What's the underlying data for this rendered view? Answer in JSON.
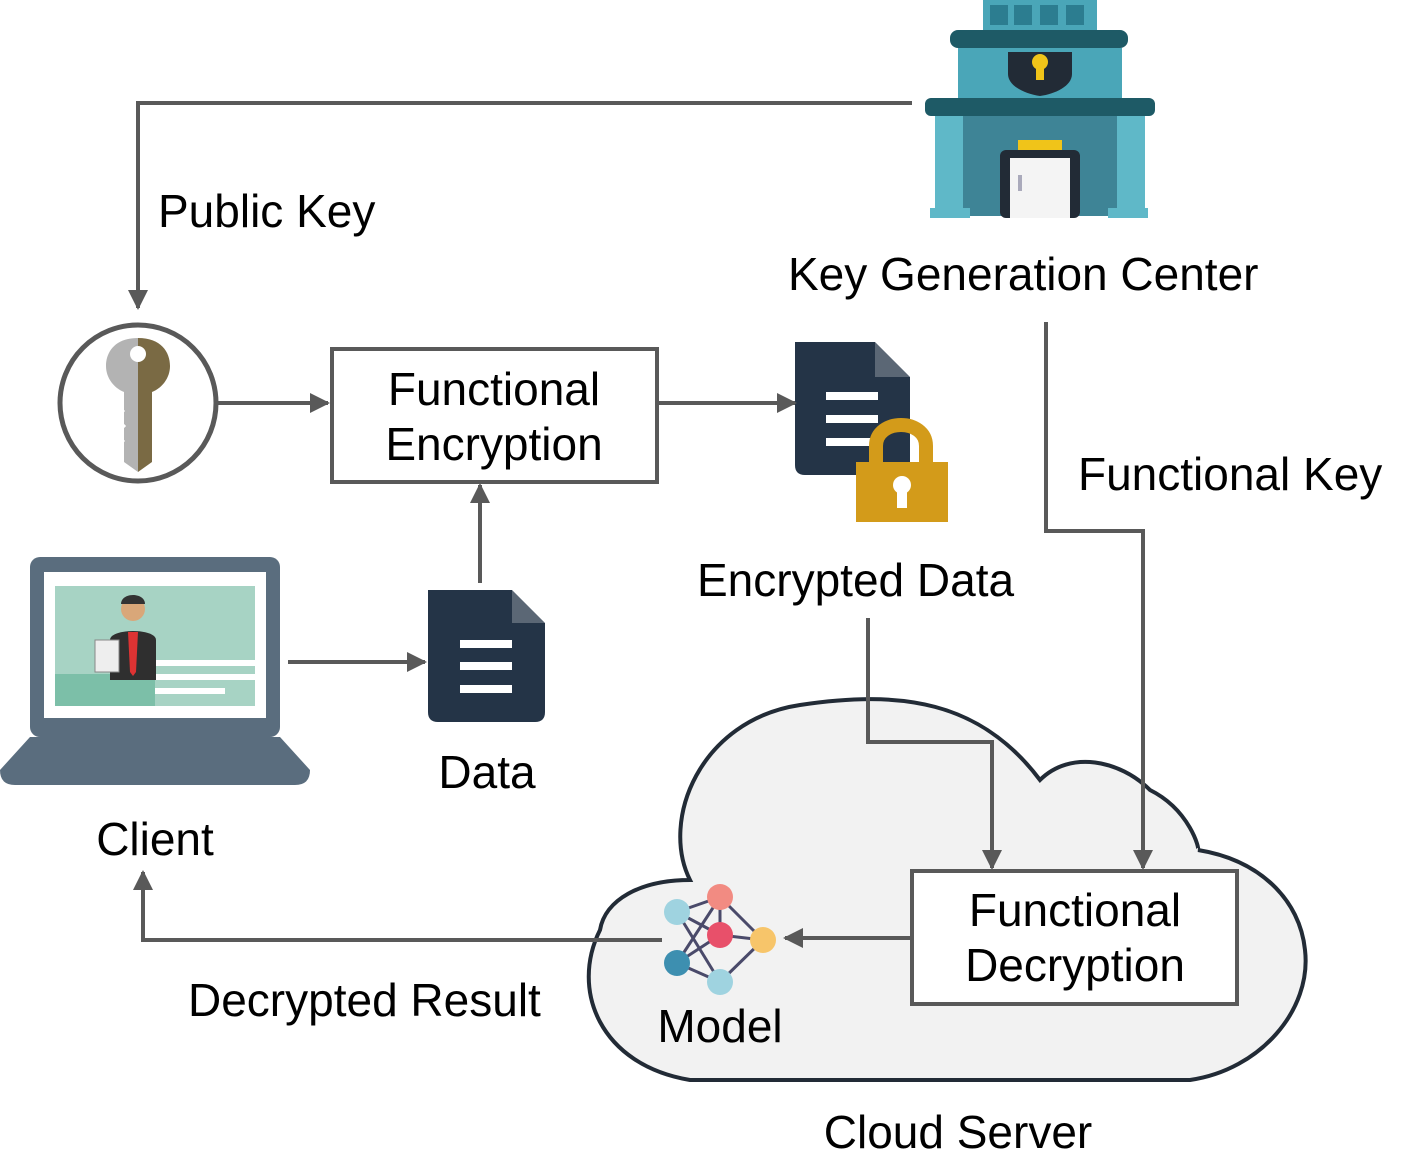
{
  "diagram": {
    "labels": {
      "public_key": "Public Key",
      "key_generation_center": "Key Generation Center",
      "functional_key": "Functional Key",
      "encrypted_data": "Encrypted Data",
      "data": "Data",
      "client": "Client",
      "decrypted_result": "Decrypted Result",
      "model": "Model",
      "cloud_server": "Cloud Server"
    },
    "boxes": {
      "functional_encryption": [
        "Functional",
        "Encryption"
      ],
      "functional_decryption": [
        "Functional",
        "Decryption"
      ]
    },
    "icons": {
      "kgc": "building-with-lock-icon",
      "key": "key-icon",
      "client": "laptop-user-icon",
      "data": "document-icon",
      "encrypted_data": "locked-document-icon",
      "model": "neural-network-icon",
      "cloud": "cloud-icon"
    },
    "colors": {
      "arrow": "#595959",
      "box_border": "#595959",
      "dark_doc": "#243447",
      "lock_gold": "#D39B1A",
      "building_teal": "#3E93A6",
      "cloud_fill": "#F2F2F2"
    }
  }
}
